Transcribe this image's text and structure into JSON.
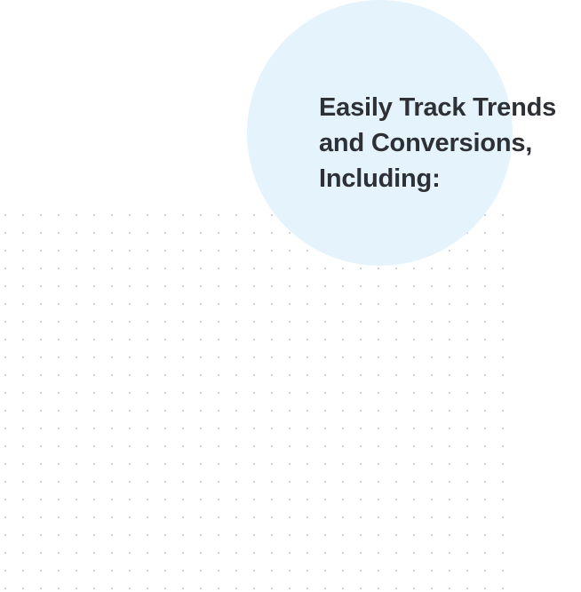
{
  "section": {
    "heading_lines": [
      "Easily Track Trends",
      "and Conversions,",
      "Including:"
    ]
  },
  "colors": {
    "background": "#ffffff",
    "blob": "#e3f2fd",
    "heading_text": "#2d3136",
    "dot_grid": "#c9cdd2"
  }
}
